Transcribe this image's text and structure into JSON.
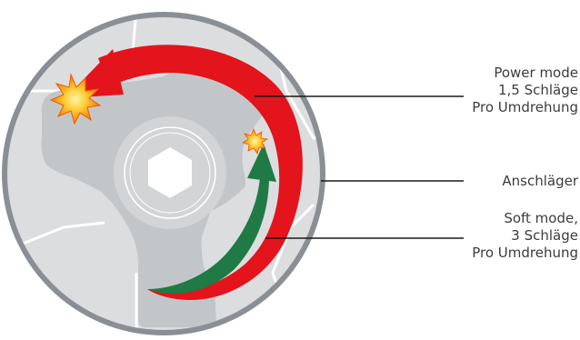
{
  "labels": {
    "power": [
      "Power mode",
      "1,5 Schläge",
      "Pro Umdrehung"
    ],
    "anschlaeger": [
      "Anschläger"
    ],
    "soft": [
      "Soft mode,",
      "3 Schläge",
      "Pro Umdrehung"
    ]
  },
  "colors": {
    "ring": "#8a8f95",
    "disc": "#d9dadb",
    "hammer": "#c0c3c6",
    "hub": "#cfd1d3",
    "power_arrow": "#e3141c",
    "soft_arrow": "#1f7a45",
    "spark": "#f6a800",
    "leader": "#1a1a1a"
  }
}
